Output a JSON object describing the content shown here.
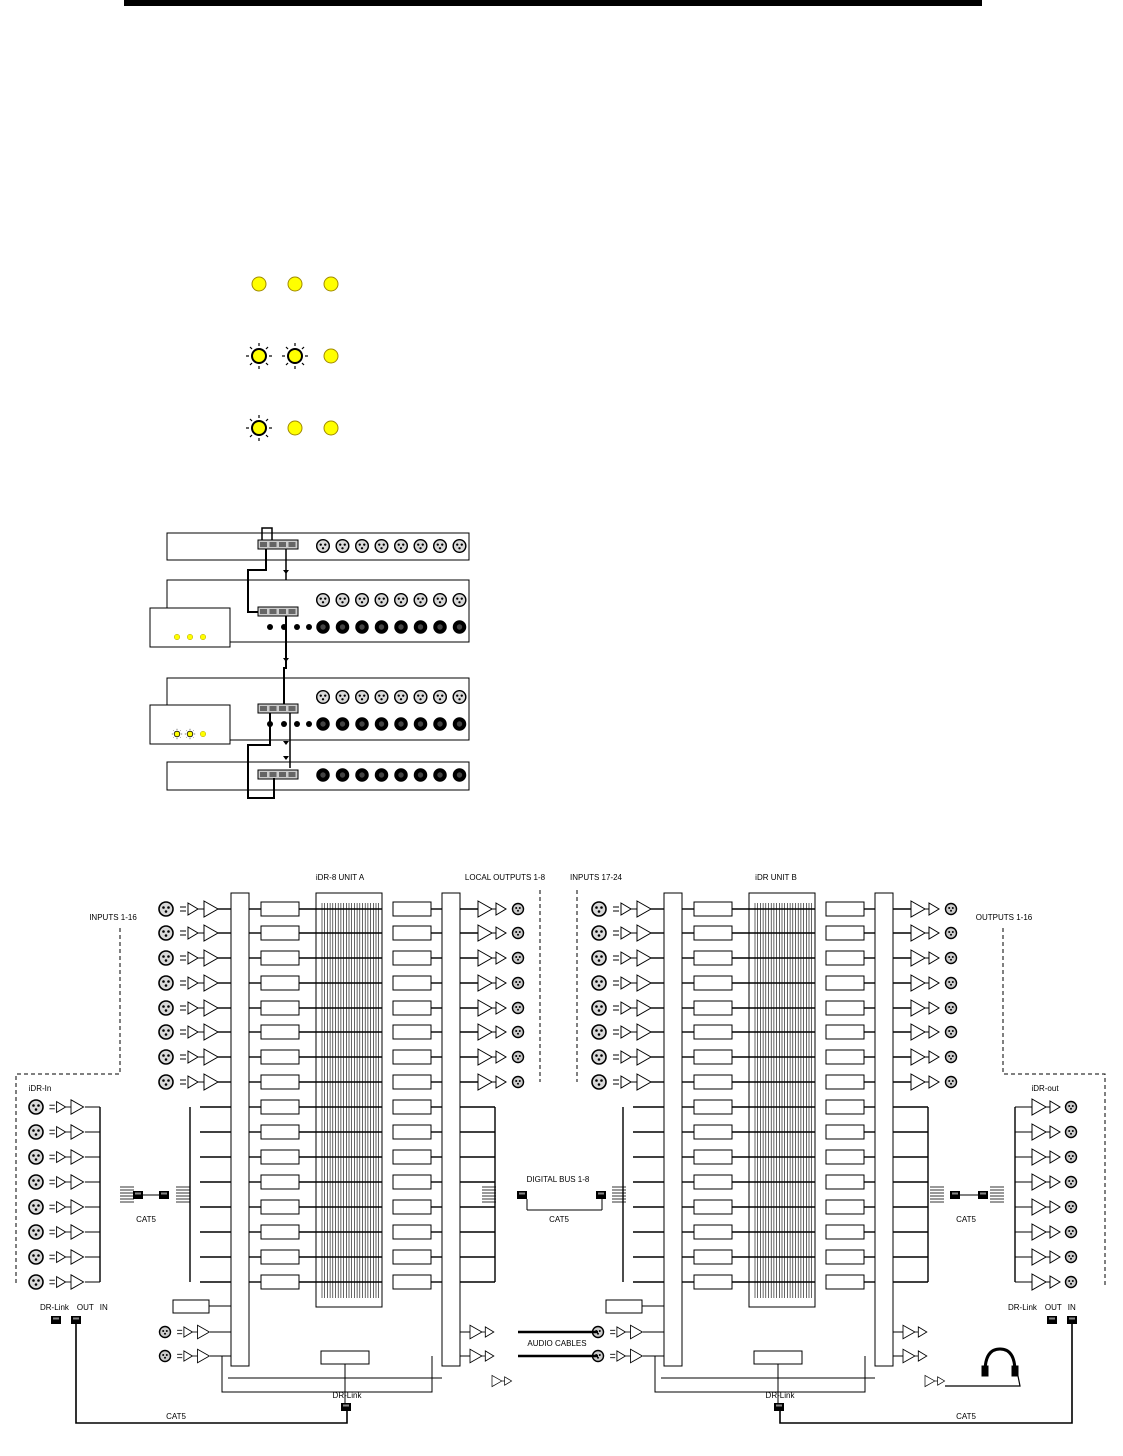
{
  "led_rows": [
    {
      "states": [
        "on",
        "on",
        "on"
      ]
    },
    {
      "states": [
        "flash",
        "flash",
        "on"
      ]
    },
    {
      "states": [
        "flash",
        "on",
        "on"
      ]
    }
  ],
  "rack": {
    "panels": [
      {
        "leds": []
      },
      {
        "leds": [
          "on",
          "on",
          "on"
        ]
      },
      {
        "leds": [
          "flash",
          "flash",
          "on"
        ]
      },
      {
        "leds": []
      }
    ]
  },
  "colors": {
    "led": "#ffff00",
    "ink": "#000000"
  },
  "labels": {
    "unit_a": "iDR-8 UNIT A",
    "local_outputs": "LOCAL OUTPUTS 1-8",
    "inputs_17_24": "INPUTS 17-24",
    "unit_b": "iDR UNIT B",
    "inputs_1_16": "INPUTS 1-16",
    "outputs_1_16": "OUTPUTS 1-16",
    "idr_in": "iDR-In",
    "idr_out": "iDR-out",
    "digital_bus": "DIGITAL BUS 1-8",
    "cat5": "CAT5",
    "audio_cables": "AUDIO CABLES",
    "dr_link": "DR-Link",
    "dr_link_left": "DR-Link",
    "out": "OUT",
    "in": "IN"
  }
}
